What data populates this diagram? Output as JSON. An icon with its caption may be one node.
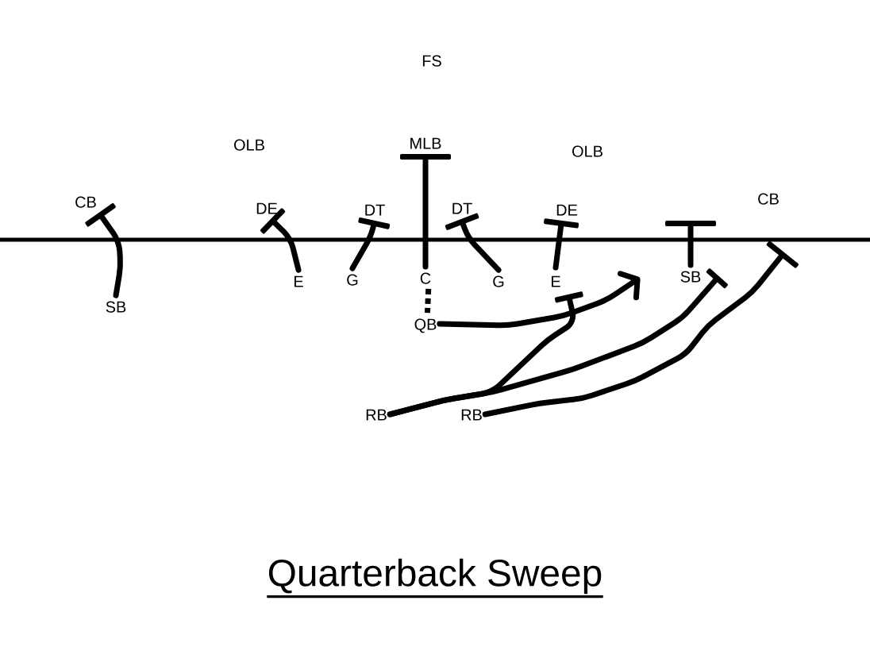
{
  "diagram": {
    "title": "Quarterback Sweep",
    "nodes": [
      {
        "text": [
          "FS"
        ]
      },
      {
        "text": [
          "OLB"
        ]
      },
      {
        "text": [
          "MLB"
        ]
      },
      {
        "text": [
          "OLB"
        ]
      },
      {
        "text": [
          "CB"
        ]
      },
      {
        "text": [
          "DE"
        ]
      },
      {
        "text": [
          "DT"
        ]
      },
      {
        "text": [
          "DT"
        ]
      },
      {
        "text": [
          "DE"
        ]
      },
      {
        "text": [
          "CB"
        ]
      },
      {
        "text": [
          "SB"
        ]
      },
      {
        "text": [
          "E"
        ]
      },
      {
        "text": [
          "G"
        ]
      },
      {
        "text": [
          "C"
        ]
      },
      {
        "text": [
          "G"
        ]
      },
      {
        "text": [
          "E"
        ]
      },
      {
        "text": [
          "SB"
        ]
      },
      {
        "text": [
          "QB"
        ]
      },
      {
        "text": [
          "RB"
        ]
      },
      {
        "text": [
          "RB"
        ]
      }
    ],
    "edges": [
      {
        "from": 10,
        "to": 4,
        "arrow": "other"
      },
      {
        "from": 11,
        "to": 5,
        "arrow": "other"
      },
      {
        "from": 12,
        "to": 6,
        "arrow": "other"
      },
      {
        "from": 13,
        "to": 2,
        "arrow": "other"
      },
      {
        "from": 14,
        "to": 7,
        "arrow": "other"
      },
      {
        "from": 15,
        "to": 8,
        "arrow": "other"
      },
      {
        "from": 16,
        "to": null,
        "arrow": "other"
      },
      {
        "from": 13,
        "to": 17,
        "arrow": "none",
        "style": "dashed"
      },
      {
        "from": 17,
        "to": null,
        "arrow": "to"
      },
      {
        "from": 18,
        "to": 15,
        "arrow": "other"
      },
      {
        "from": 18,
        "to": 16,
        "arrow": "other"
      },
      {
        "from": 19,
        "to": null,
        "arrow": "other"
      }
    ]
  }
}
